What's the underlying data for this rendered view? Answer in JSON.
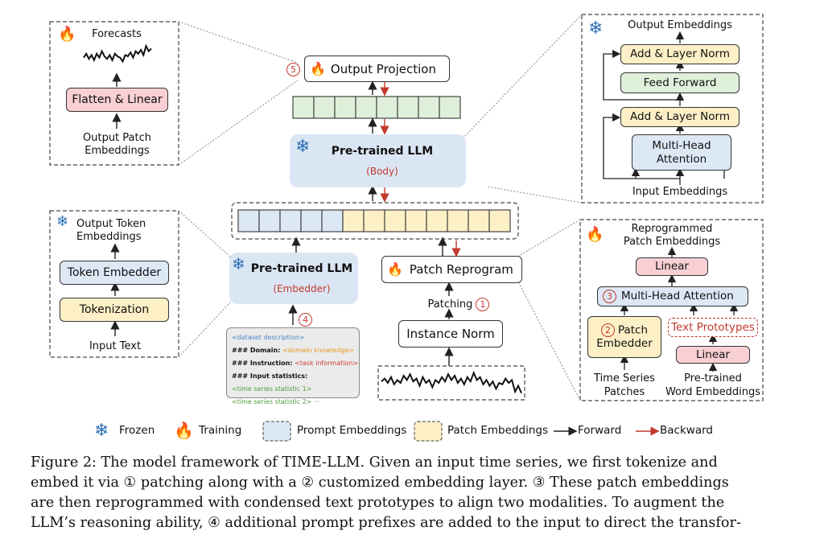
{
  "left_top_panel": {
    "title": "Forecasts",
    "flatten_label": "Flatten & Linear",
    "bottom_label": [
      "Output Patch",
      "Embeddings"
    ]
  },
  "left_bottom_panel": {
    "title": [
      "Output Token",
      "Embeddings"
    ],
    "token_embedder": "Token Embedder",
    "tokenization": "Tokenization",
    "input_text": "Input Text"
  },
  "center": {
    "output_projection": "Output Projection",
    "output_projection_step": "5",
    "llm_body_title": "Pre-trained LLM",
    "llm_body_sub": "(Body)",
    "llm_embedder_title": "Pre-trained LLM",
    "llm_embedder_sub": "(Embedder)",
    "prompt_step": "4",
    "patch_reprogram": "Patch Reprogram",
    "patching": "Patching",
    "patching_step": "1",
    "instance_norm": "Instance Norm",
    "prompt_lines": [
      "<dataset description>",
      "### Domain:",
      "<domain knowledge>",
      "### Instruction:",
      "<task information>",
      "### Input statistics:",
      "<time series statistic 1>",
      "<time series statistic 2>",
      "···"
    ],
    "input_series_values": [
      0.55,
      0.65,
      0.5,
      0.7,
      0.45,
      0.6,
      0.5,
      0.75,
      0.6,
      0.8,
      0.55,
      0.65,
      0.4,
      0.7,
      0.5,
      0.6,
      0.35,
      0.6,
      0.5,
      0.7,
      0.55,
      0.8,
      0.6,
      0.75,
      0.5,
      0.65,
      0.45,
      0.7,
      0.55,
      0.85,
      0.6,
      0.7,
      0.45,
      0.6,
      0.4,
      0.55,
      0.3,
      0.5,
      0.45,
      0.65,
      0.5,
      0.6,
      0.2,
      0.4,
      0.15
    ],
    "forecast_series_values": [
      0.45,
      0.6,
      0.4,
      0.55,
      0.35,
      0.6,
      0.45,
      0.7,
      0.5,
      0.4,
      0.55,
      0.35,
      0.6,
      0.5,
      0.45,
      0.3,
      0.55,
      0.5,
      0.65,
      0.45,
      0.7,
      0.6,
      0.75,
      0.55,
      0.9,
      0.7,
      0.8
    ]
  },
  "right_top_panel": {
    "title": "Output Embeddings",
    "add_norm_1": "Add & Layer Norm",
    "feed_forward": "Feed Forward",
    "add_norm_2": "Add & Layer Norm",
    "mha": [
      "Multi-Head",
      "Attention"
    ],
    "input_label": "Input Embeddings"
  },
  "right_bottom_panel": {
    "title": [
      "Reprogrammed",
      "Patch Embeddings"
    ],
    "linear_top": "Linear",
    "mha": "Multi-Head Attention",
    "mha_step": "3",
    "patch_embedder": [
      "Patch",
      "Embedder"
    ],
    "patch_embedder_step": "2",
    "text_prototypes": "Text Prototypes",
    "linear_bottom": "Linear",
    "ts_patches": [
      "Time Series",
      "Patches"
    ],
    "word_emb": [
      "Pre-trained",
      "Word Embeddings"
    ]
  },
  "legend": {
    "frozen": "Frozen",
    "training": "Training",
    "prompt": "Prompt Embeddings",
    "patch": "Patch Embeddings",
    "forward": "Forward",
    "backward": "Backward"
  },
  "caption": {
    "lines": [
      "Figure 2: The model framework of TIME-LLM. Given an input time series, we first tokenize and",
      "embed it via ① patching along with a ② customized embedding layer. ③ These patch embeddings",
      "are then reprogrammed with condensed text prototypes to align two modalities. To augment the",
      "LLM’s reasoning ability, ④ additional prompt prefixes are added to the input to direct the transfor-"
    ]
  },
  "colors": {
    "backward": "#c0392b",
    "fire": "#f29a1b",
    "snow": "#2d6fb5",
    "prompt_cell": "#dde8f5",
    "patch_cell": "#fdf0c6",
    "output_cell": "#dff0da"
  }
}
